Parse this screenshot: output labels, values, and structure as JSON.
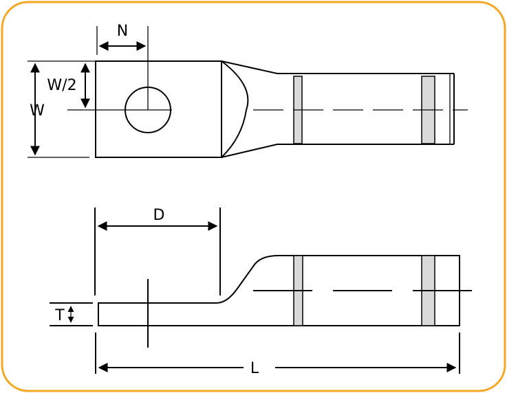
{
  "diagram": {
    "frame_color": "#f5a623",
    "labels": {
      "N": "N",
      "W_half": "W/2",
      "W": "W",
      "D": "D",
      "T": "T",
      "L": "L"
    }
  }
}
